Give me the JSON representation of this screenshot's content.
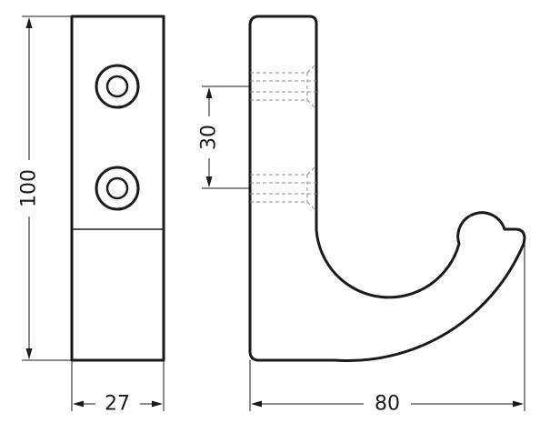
{
  "dimensions": {
    "height": "100",
    "width": "27",
    "spacing": "30",
    "depth": "80"
  },
  "colors": {
    "line": "#1a1a1a",
    "hidden_line": "#8a8a8a",
    "background": "#ffffff"
  }
}
